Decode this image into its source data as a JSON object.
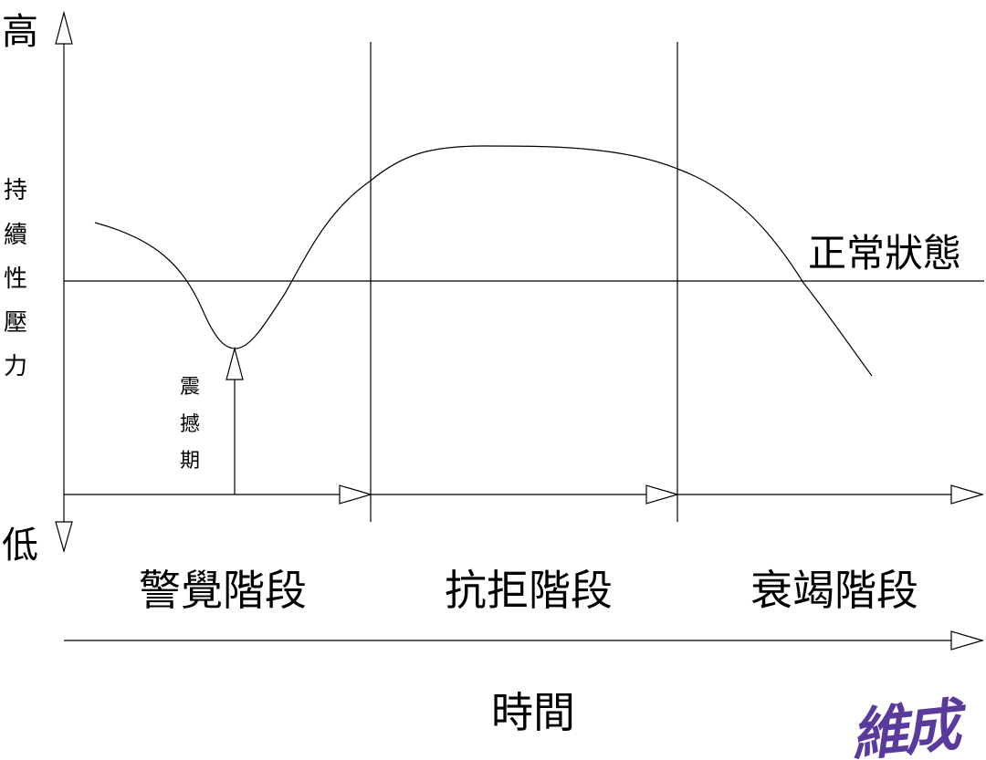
{
  "yaxis": {
    "high": "高",
    "low": "低",
    "label_chars": [
      "持",
      "續",
      "性",
      "壓",
      "力"
    ]
  },
  "shock_label_chars": [
    "震",
    "撼",
    "期"
  ],
  "normal_label": "正常狀態",
  "stages": [
    "警覺階段",
    "抗拒階段",
    "衰竭階段"
  ],
  "time_label": "時間",
  "signature": "維成",
  "colors": {
    "line": "#000000",
    "signature": "#5b3a9e"
  }
}
